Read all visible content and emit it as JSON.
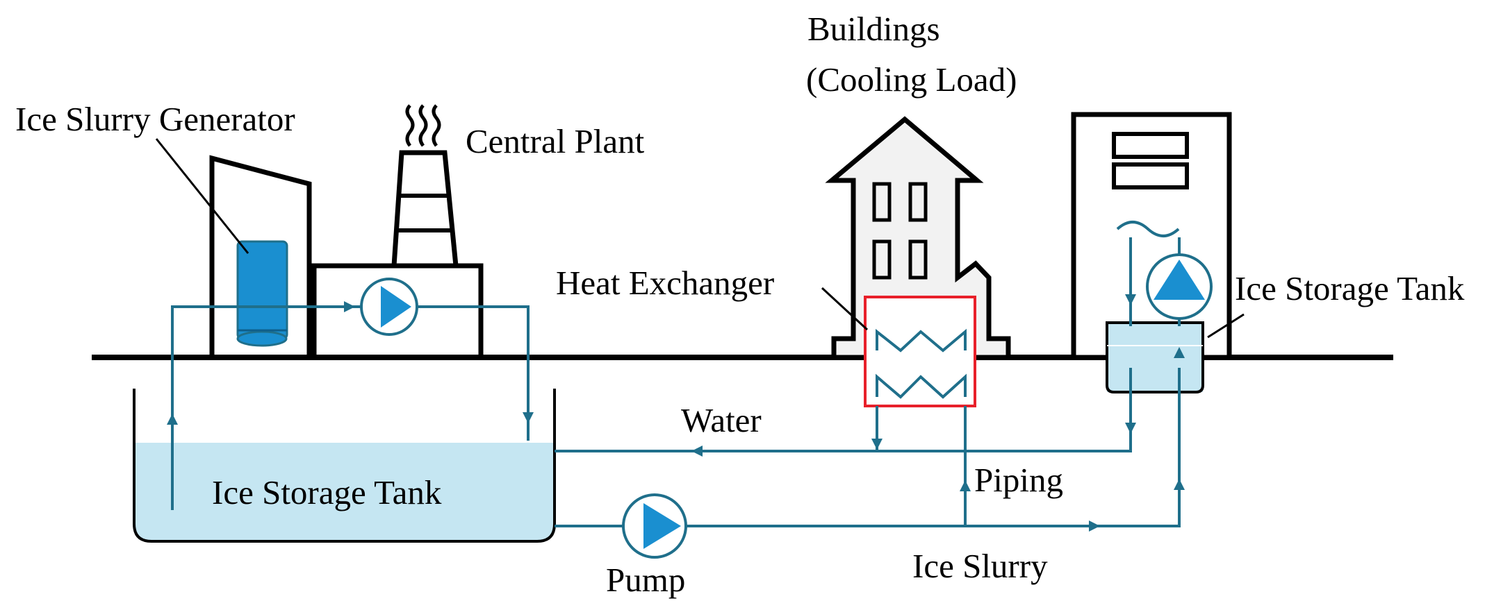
{
  "labels": {
    "ice_slurry_generator": "Ice Slurry Generator",
    "central_plant": "Central Plant",
    "buildings_line1": "Buildings",
    "buildings_line2": "(Cooling Load)",
    "heat_exchanger": "Heat Exchanger",
    "ice_storage_tank_right": "Ice Storage Tank",
    "water": "Water",
    "ice_storage_tank_main": "Ice Storage Tank",
    "piping": "Piping",
    "pump": "Pump",
    "ice_slurry": "Ice Slurry"
  },
  "colors": {
    "pipe": "#1f6f8b",
    "pump_fill": "#1a8fd0",
    "water": "#c5e6f2",
    "building_fill": "#f2f2f2",
    "heat_exchanger_frame": "#e8202a",
    "outline": "#000000"
  }
}
